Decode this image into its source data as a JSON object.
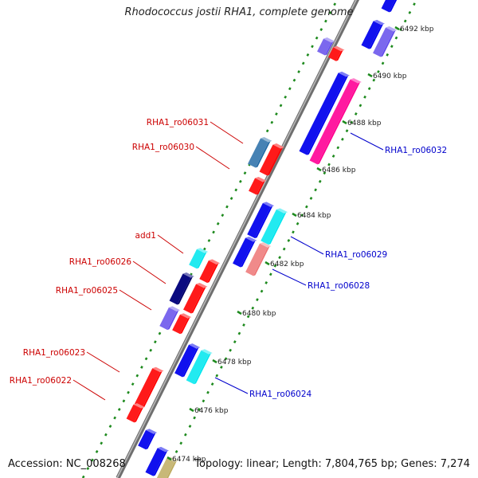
{
  "title": "Rhodococcus jostii RHA1, complete genome",
  "accession": "Accession: NC_008268",
  "summary": "Topology: linear; Length: 7,804,765 bp; Genes: 7,274",
  "colors": {
    "backbone": "#888888",
    "dots": "#1e8a1e",
    "forward_label": "#cc0000",
    "reverse_label": "#0000cc",
    "gene_red": "#ff1a1a",
    "gene_blue": "#1111ee",
    "gene_cyan": "#22eaf0",
    "gene_purple": "#7b68ee",
    "gene_steel": "#4682b4",
    "gene_navy": "#0a0a80",
    "gene_pink": "#ff1aa0",
    "gene_salmon": "#f08a8a",
    "gene_khaki": "#c8b878"
  },
  "kbp_ticks": [
    "6474 kbp",
    "6476 kbp",
    "6478 kbp",
    "6480 kbp",
    "6482 kbp",
    "6484 kbp",
    "6486 kbp",
    "6488 kbp",
    "6490 kbp",
    "6492 kbp"
  ],
  "forward_gene_labels": [
    "RHA1_ro06031",
    "RHA1_ro06030",
    "add1",
    "RHA1_ro06026",
    "RHA1_ro06025",
    "RHA1_ro06023",
    "RHA1_ro06022"
  ],
  "reverse_gene_labels": [
    "RHA1_ro06032",
    "RHA1_ro06029",
    "RHA1_ro06028",
    "RHA1_ro06024"
  ]
}
